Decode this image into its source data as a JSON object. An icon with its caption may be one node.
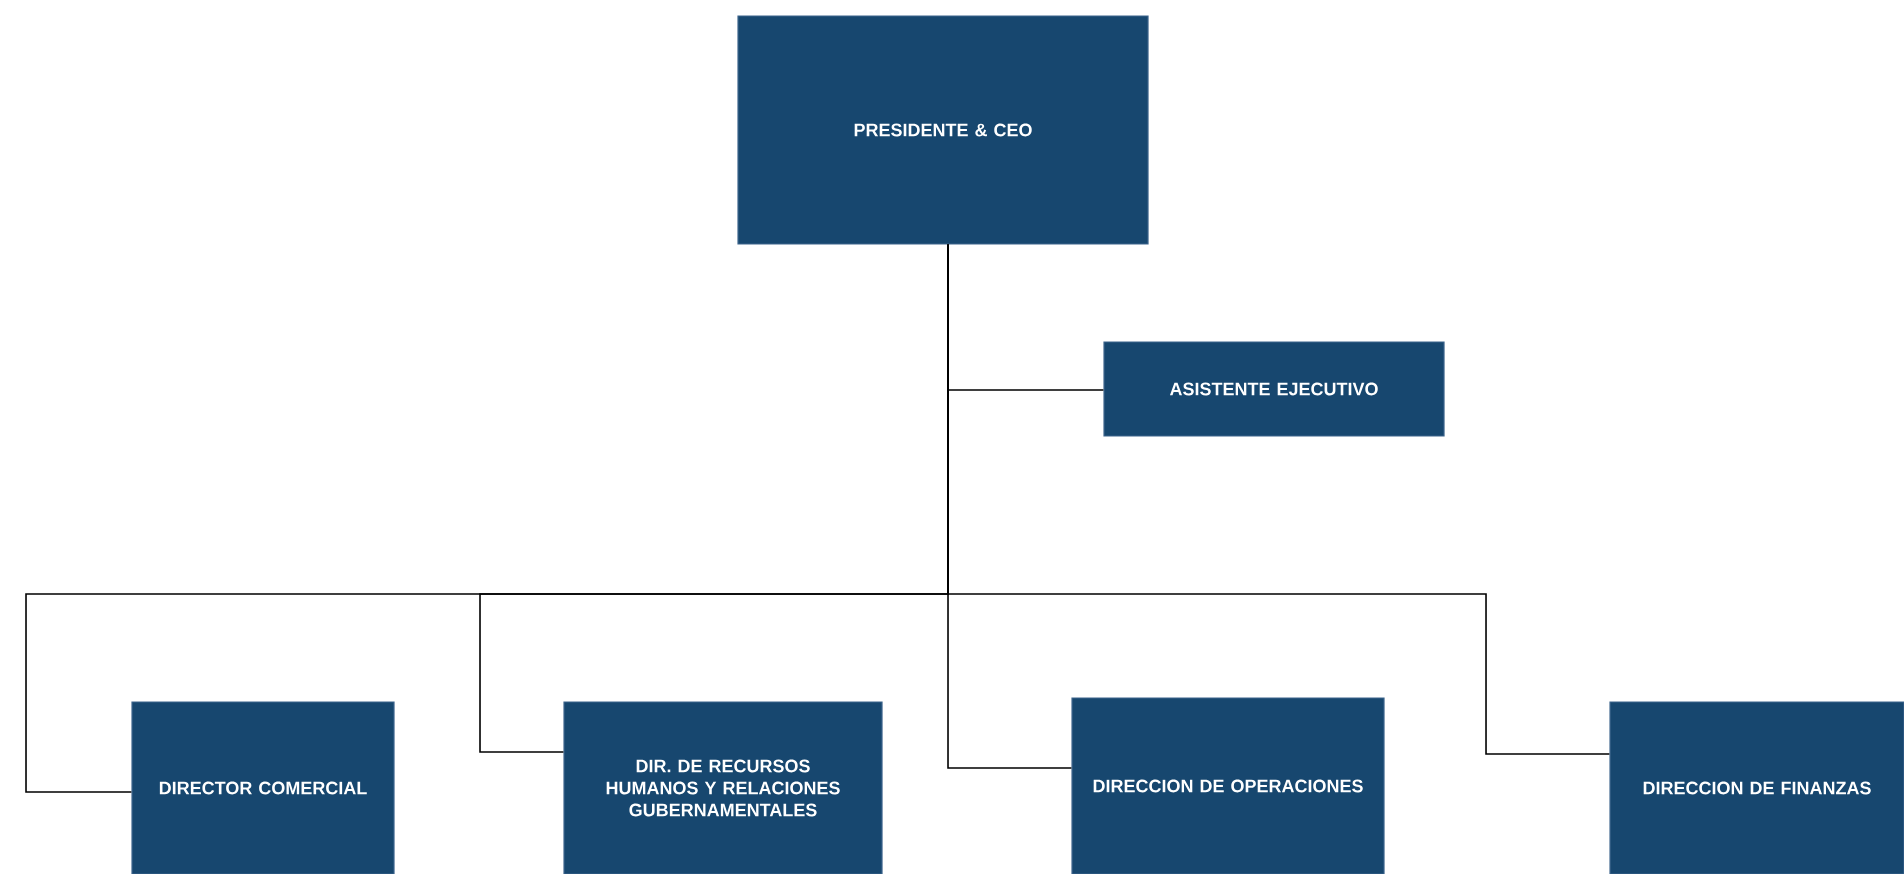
{
  "diagram": {
    "nodes": [
      {
        "text": [
          "PRESIDENTE & CEO"
        ]
      },
      {
        "text": [
          "ASISTENTE EJECUTIVO"
        ]
      },
      {
        "text": [
          "DIRECTOR COMERCIAL"
        ]
      },
      {
        "text": [
          "DIR. DE RECURSOS HUMANOS Y RELACIONES GUBERNAMENTALES"
        ]
      },
      {
        "text": [
          "DIRECCION DE OPERACIONES"
        ]
      },
      {
        "text": [
          "DIRECCION DE FINANZAS"
        ]
      }
    ],
    "edges": [
      {
        "from": 0,
        "to": 1,
        "arrow": "none"
      },
      {
        "from": 0,
        "to": 2,
        "arrow": "none"
      },
      {
        "from": 0,
        "to": 3,
        "arrow": "none"
      },
      {
        "from": 0,
        "to": 4,
        "arrow": "none"
      },
      {
        "from": 0,
        "to": 5,
        "arrow": "none"
      }
    ]
  }
}
